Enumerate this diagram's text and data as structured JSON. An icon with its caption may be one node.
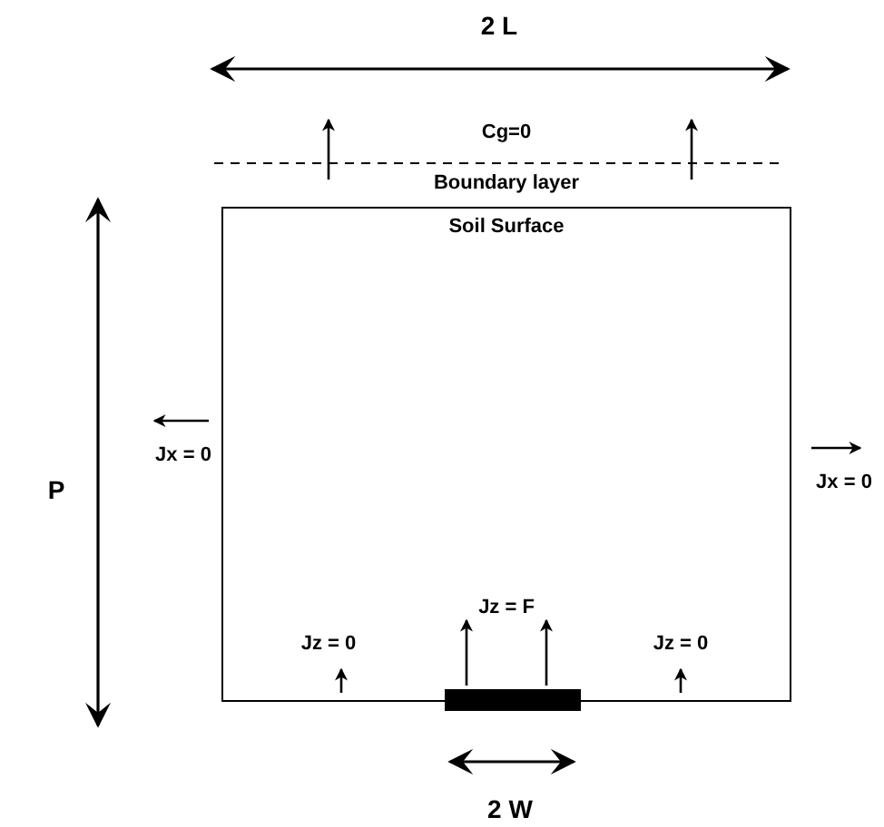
{
  "diagram": {
    "nodes": [
      {
        "text": [
          "Soil Surface"
        ]
      }
    ],
    "labels": [
      "2 L",
      "Cg=0",
      "Boundary layer",
      "P",
      "Jx = 0",
      "Jx = 0",
      "Jz = F",
      "Jz = 0",
      "Jz = 0",
      "2 W"
    ]
  }
}
